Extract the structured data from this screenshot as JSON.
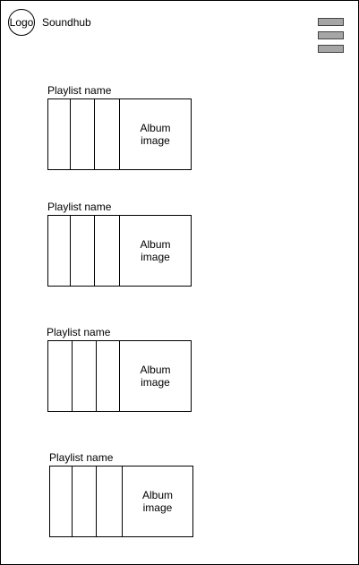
{
  "header": {
    "logo_label": "Logo",
    "app_name": "Soundhub"
  },
  "playlists": [
    {
      "name": "Playlist name",
      "album_label": "Album\nimage"
    },
    {
      "name": "Playlist name",
      "album_label": "Album\nimage"
    },
    {
      "name": "Playlist name",
      "album_label": "Album\nimage"
    },
    {
      "name": "Playlist name",
      "album_label": "Album\nimage"
    }
  ]
}
